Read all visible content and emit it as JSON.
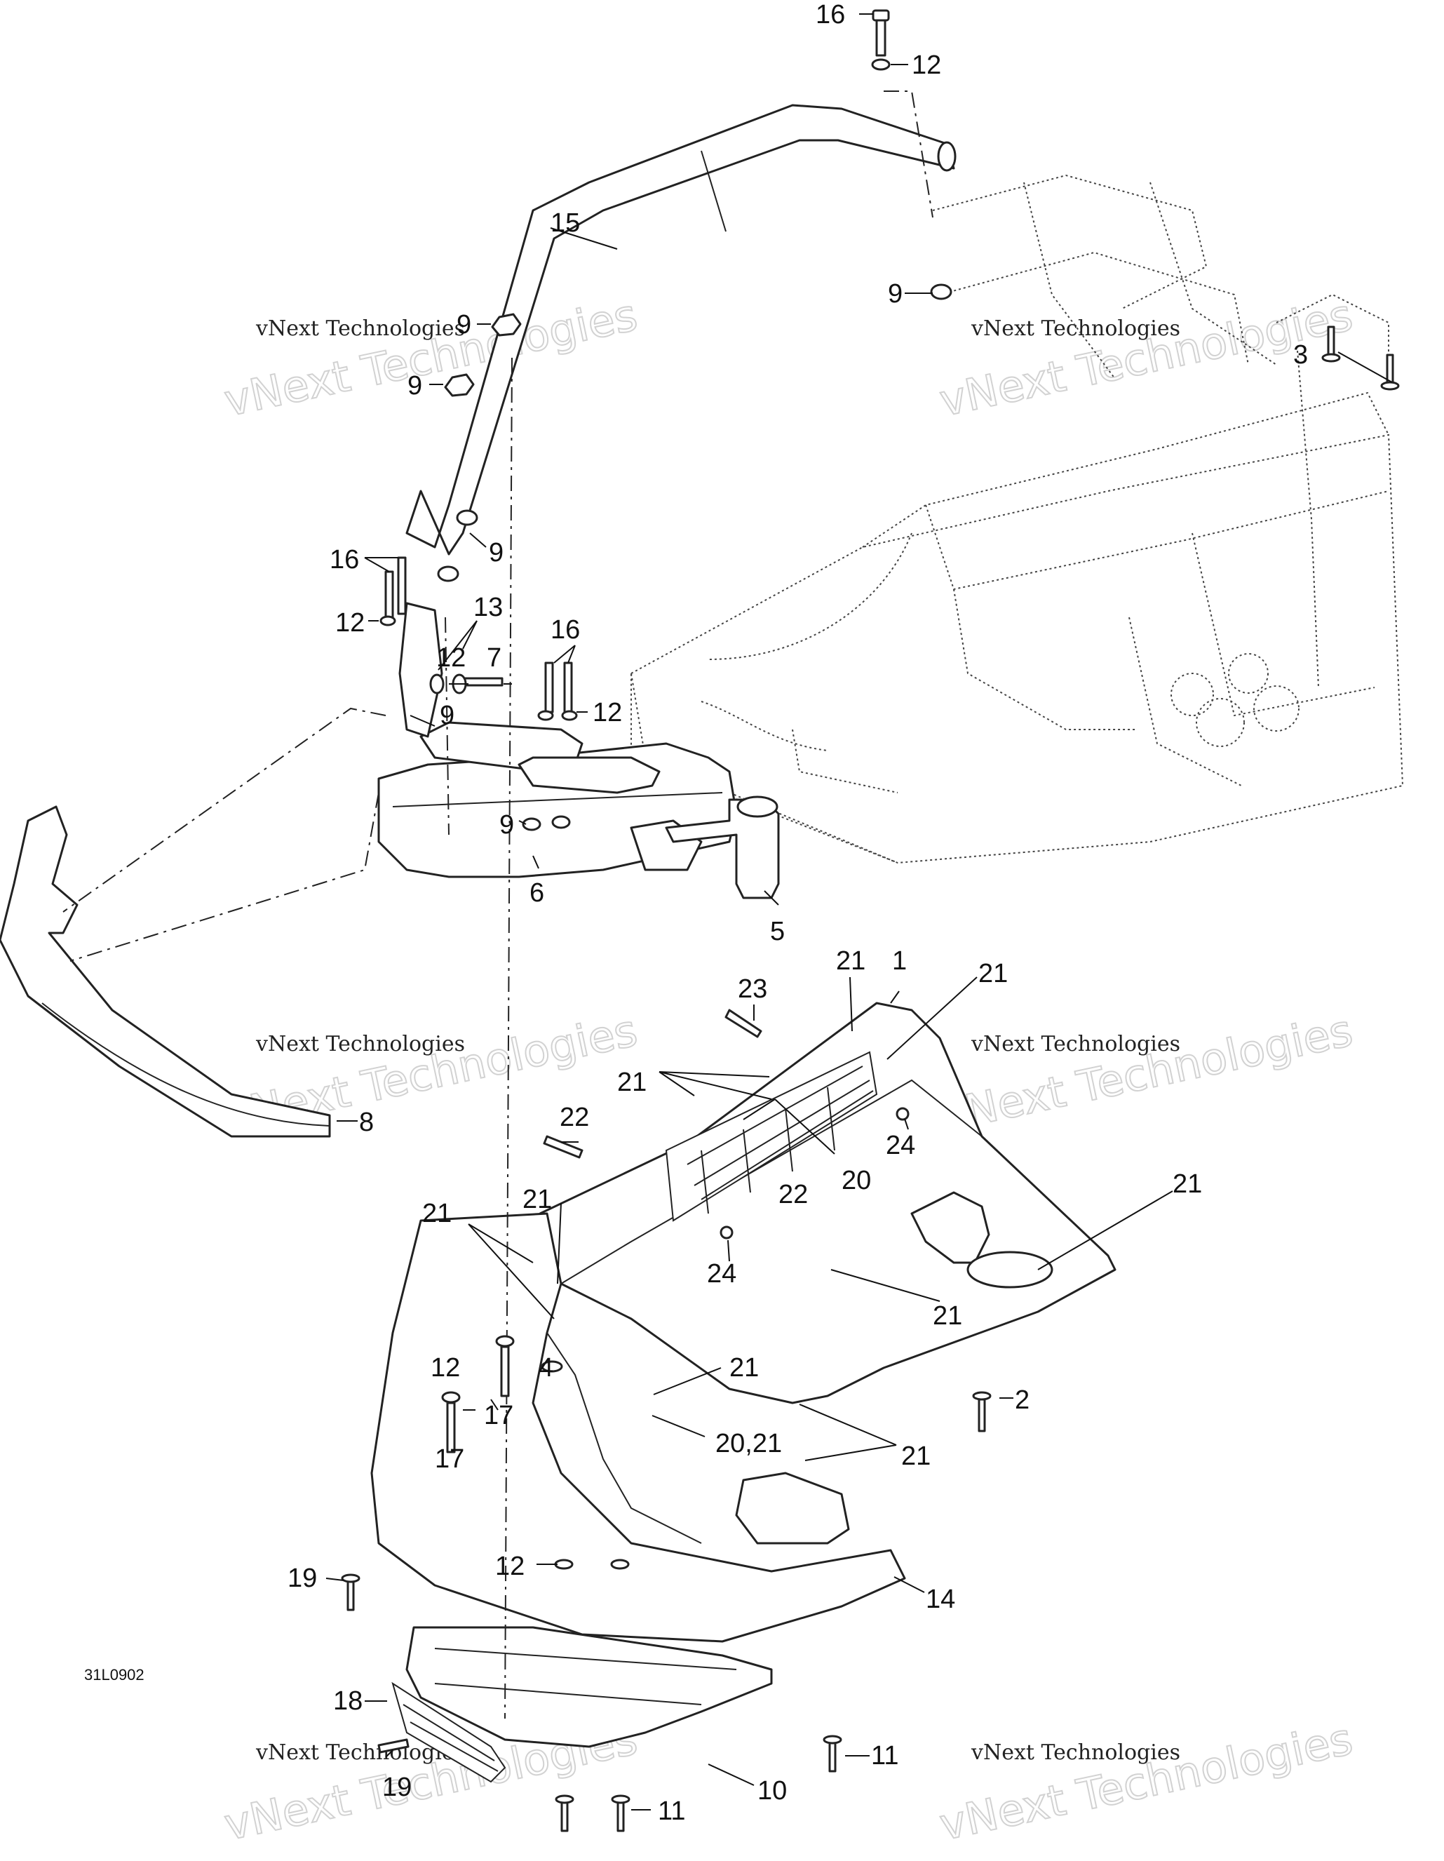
{
  "diagram": {
    "reference_code": "31L0902",
    "watermark": {
      "large_text": "vNext Technologies",
      "small_text": "vNext Technologies"
    },
    "callouts": {
      "c1": "1",
      "c2": "2",
      "c3": "3",
      "c4": "4",
      "c5": "5",
      "c6": "6",
      "c7": "7",
      "c8": "8",
      "c9": "9",
      "c10": "10",
      "c11": "11",
      "c12": "12",
      "c13": "13",
      "c14": "14",
      "c15": "15",
      "c16": "16",
      "c17": "17",
      "c18": "18",
      "c19": "19",
      "c20": "20",
      "c20_21": "20,21",
      "c21": "21",
      "c22": "22",
      "c23": "23",
      "c24": "24"
    }
  }
}
